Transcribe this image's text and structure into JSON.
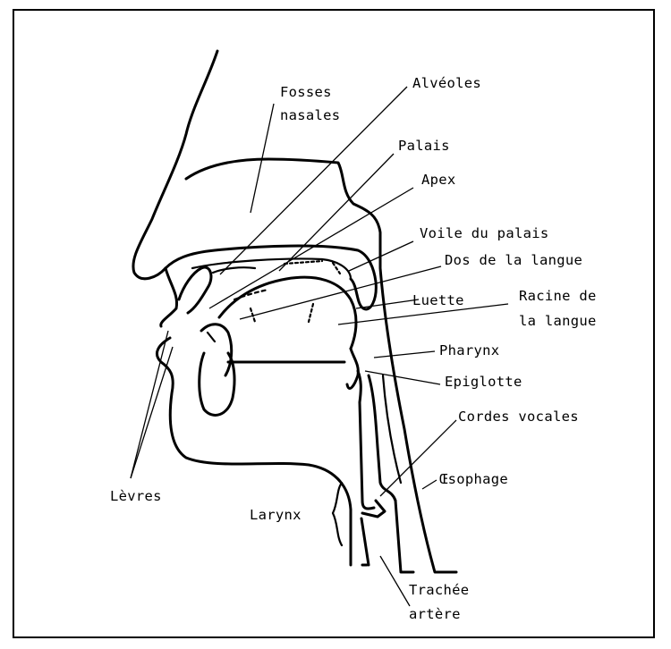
{
  "labels": {
    "fosses_nasales_1": "Fosses",
    "fosses_nasales_2": "nasales",
    "alveoles": "Alvéoles",
    "palais": "Palais",
    "apex": "Apex",
    "voile_du_palais": "Voile du palais",
    "dos_de_la_langue": "Dos de la langue",
    "luette": "Luette",
    "racine_1": "Racine de",
    "racine_2": "la langue",
    "pharynx": "Pharynx",
    "epiglotte": "Epiglotte",
    "cordes_vocales": "Cordes vocales",
    "oesophage": "Œsophage",
    "levres": "Lèvres",
    "larynx": "Larynx",
    "trachee_1": "Trachée",
    "trachee_2": "artère"
  }
}
